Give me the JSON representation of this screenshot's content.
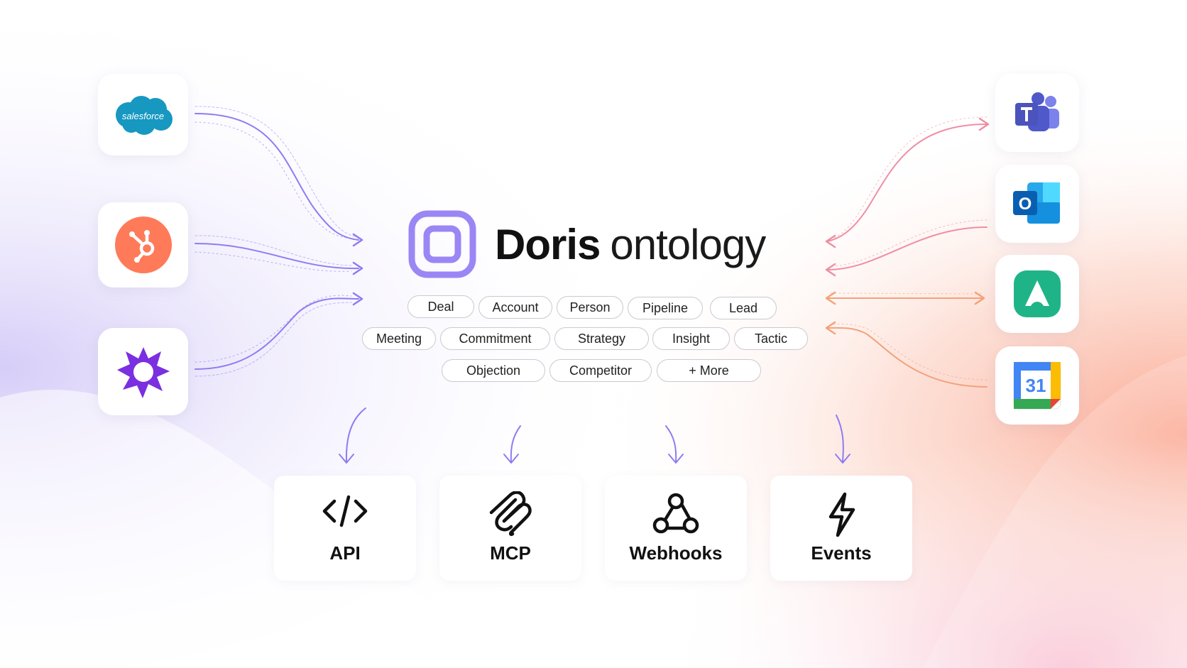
{
  "brand": {
    "name_bold": "Doris",
    "name_light": "ontology",
    "logo_color": "#9b86f5"
  },
  "sources": [
    {
      "name": "salesforce",
      "label": "salesforce",
      "color": "#1798c1"
    },
    {
      "name": "hubspot",
      "color": "#ff7a59"
    },
    {
      "name": "gong",
      "color": "#7a2fe0"
    }
  ],
  "destinations": [
    {
      "name": "microsoft-teams"
    },
    {
      "name": "outlook",
      "letter": "O"
    },
    {
      "name": "attio"
    },
    {
      "name": "google-calendar",
      "day": "31"
    }
  ],
  "entities": [
    "Deal",
    "Account",
    "Person",
    "Pipeline",
    "Lead",
    "Meeting",
    "Commitment",
    "Strategy",
    "Insight",
    "Tactic",
    "Objection",
    "Competitor",
    "+ More"
  ],
  "outputs": [
    "API",
    "MCP",
    "Webhooks",
    "Events"
  ],
  "colors": {
    "left_flow": "#8f7cf2",
    "right_flow": "#f08fa3",
    "orange_flow": "#f3a27a"
  }
}
